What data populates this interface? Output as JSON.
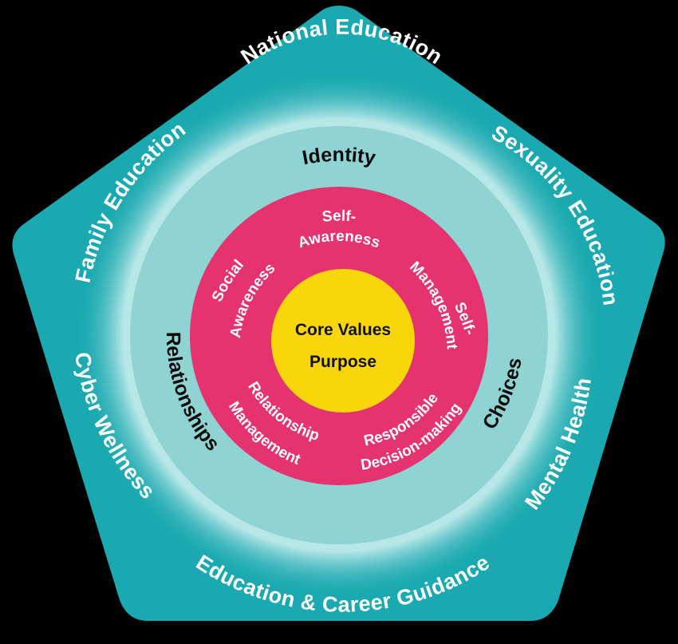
{
  "colors": {
    "background": "#000000",
    "pentagon": "#1aa9b0",
    "identity_ring": "#8fd3d2",
    "inner_ring": "#e5336f",
    "core": "#f9d60a"
  },
  "outer": {
    "national_education": "National Education",
    "sexuality_education": "Sexuality Education",
    "mental_health": "Mental Health",
    "education_career_guidance": "Education & Career Guidance",
    "cyber_wellness": "Cyber Wellness",
    "family_education": "Family Education"
  },
  "middle": {
    "identity": "Identity",
    "choices": "Choices",
    "relationships": "Relationships"
  },
  "inner": {
    "self_awareness_1": "Self-",
    "self_awareness_2": "Awareness",
    "self_management_1": "Self-",
    "self_management_2": "Management",
    "responsible_1": "Responsible",
    "responsible_2": "Decision-making",
    "relationship_mgmt_1": "Relationship",
    "relationship_mgmt_2": "Management",
    "social_awareness_1": "Social",
    "social_awareness_2": "Awareness"
  },
  "core": {
    "line1": "Core Values",
    "line2": "Purpose"
  }
}
